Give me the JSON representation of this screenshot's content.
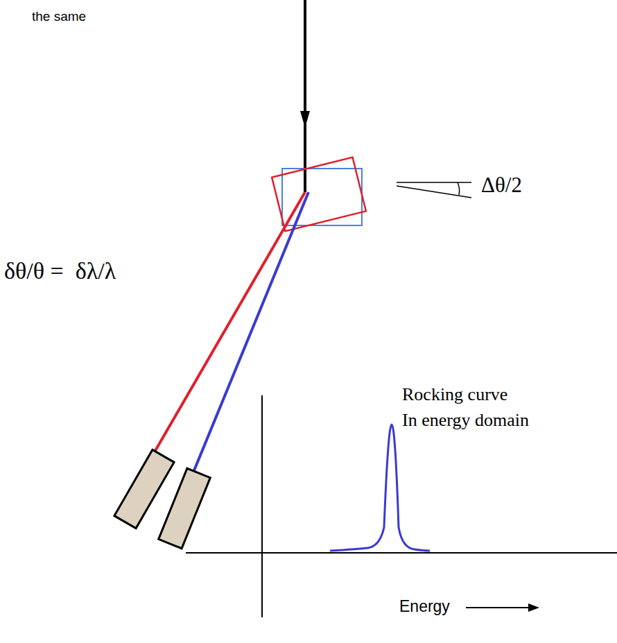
{
  "diagram": {
    "labels": [
      "the same",
      "Δθ/2",
      "δθ/θ =  δλ/λ",
      "Rocking curve",
      "In energy domain",
      "Energy"
    ]
  }
}
